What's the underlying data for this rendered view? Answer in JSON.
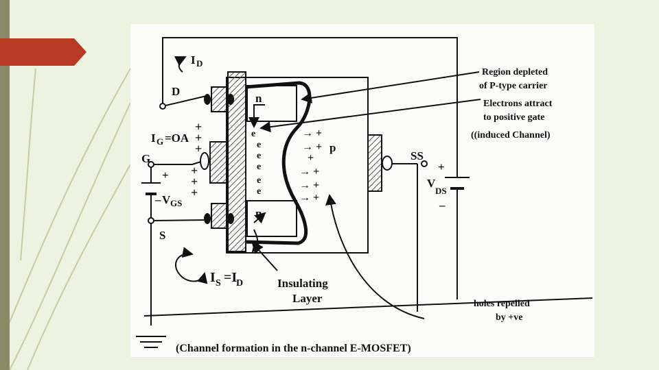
{
  "diagram": {
    "caption": "(Channel formation in the n-channel E-MOSFET)",
    "labels": {
      "id": "I",
      "id_sub": "D",
      "d": "D",
      "ig": "I",
      "ig_sub": "G",
      "ig_val": "=OA",
      "g": "G",
      "vgs": "V",
      "vgs_sub": "GS",
      "vgs_minus": "–",
      "vgs_plus": "+",
      "s": "S",
      "is": "I",
      "is_sub": "S",
      "is_eq": "=I",
      "is_sub2": "D",
      "n_top": "n",
      "n_bottom": "n",
      "p": "p",
      "e": "e",
      "ss": "SS",
      "vds": "V",
      "vds_sub": "DS",
      "vds_plus": "+",
      "vds_minus": "–",
      "plus": "+",
      "arrow_plus": "→ +"
    },
    "annotations": {
      "depleted_1": "Region depleted",
      "depleted_2": "of P-type carrier",
      "electrons_1": "Electrons attract",
      "electrons_2": "to positive gate",
      "electrons_3": "((induced Channel)",
      "insulating_1": "Insulating",
      "insulating_2": "Layer",
      "holes_1": "holes repelled",
      "holes_2": "by +ve"
    },
    "colors": {
      "accent": "#b83a22",
      "ink": "#111111",
      "panel": "#fbfcf9",
      "background": "#eef2e0",
      "hatch": "#555555"
    }
  }
}
